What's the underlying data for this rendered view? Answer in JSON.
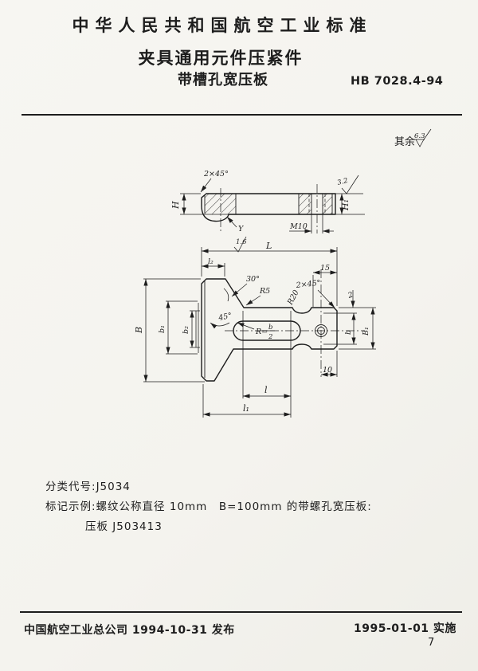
{
  "header": {
    "national_title": "中华人民共和国航空工业标准",
    "title_line1": "夹具通用元件压紧件",
    "title_line2": "带槽孔宽压板",
    "code": "HB 7028.4-94"
  },
  "surface_note": {
    "prefix": "其余",
    "roughness": "6.3"
  },
  "drawing": {
    "side_view": {
      "chamfer": "2×45°",
      "roughness_top": "3.2",
      "height_left": "H",
      "height_right": "H₁",
      "thread": "M10",
      "section_mark": "Y",
      "roughness_bottom": "1.6"
    },
    "plan_view": {
      "length_total": "L",
      "length_l2": "l₂",
      "dim_15": "15",
      "angle_30": "30°",
      "radius_r5": "R5",
      "radius_r20": "R20",
      "chamfer": "2×45°",
      "dim_2": "2",
      "angle_45": "45°",
      "slot_r_prefix": "R=",
      "slot_r_num": "b",
      "slot_r_den": "2",
      "width_b": "b",
      "width_B1": "B₁",
      "width_B": "B",
      "width_b1": "b₁",
      "width_b2": "b₂",
      "dim_10": "10",
      "length_l": "l",
      "length_l1": "l₁"
    }
  },
  "notes": {
    "classification_label": "分类代号:",
    "classification_value": "J5034",
    "example_label": "标记示例:",
    "example_text": "螺纹公称直径 10mm　B=100mm 的带螺孔宽压板:",
    "example_value": "压板 J503413"
  },
  "footer": {
    "publisher": "中国航空工业总公司 1994-10-31 发布",
    "effective": "1995-01-01 实施",
    "page": "7"
  }
}
